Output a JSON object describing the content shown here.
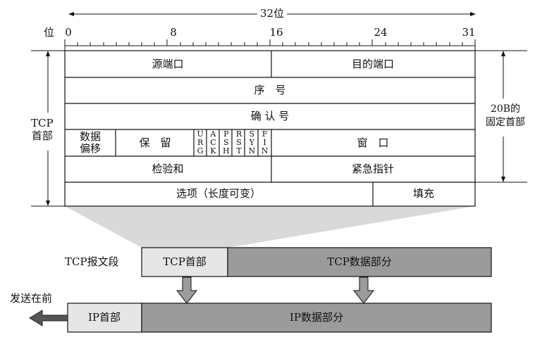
{
  "scale": {
    "width_label": "32位",
    "bit_label": "位",
    "ticks": [
      "0",
      "8",
      "16",
      "24",
      "31"
    ]
  },
  "side_labels": {
    "tcp_header": "TCP\n首部",
    "fixed_header": "20B的\n固定首部"
  },
  "header_fields": {
    "source_port": "源端口",
    "dest_port": "目的端口",
    "seq": "序　号",
    "ack_num": "确 认 号",
    "data_offset": "数据\n偏移",
    "reserved": "保　留",
    "flags": [
      [
        "U",
        "R",
        "G"
      ],
      [
        "A",
        "C",
        "K"
      ],
      [
        "P",
        "S",
        "H"
      ],
      [
        "R",
        "S",
        "T"
      ],
      [
        "S",
        "Y",
        "N"
      ],
      [
        "F",
        "I",
        "N"
      ]
    ],
    "window": "窗　口",
    "checksum": "检验和",
    "urgent_pointer": "紧急指针",
    "options": "选项（长度可变）",
    "padding": "填充"
  },
  "segment": {
    "label": "TCP报文段",
    "tcp_header": "TCP首部",
    "tcp_data": "TCP数据部分"
  },
  "ip_packet": {
    "send_first": "发送在前",
    "ip_header": "IP首部",
    "ip_data": "IP数据部分"
  },
  "colors": {
    "light_fill": "#e6e6e6",
    "dark_fill": "#9b9b9b",
    "projection": "#d9d9d9",
    "line": "#111111"
  }
}
